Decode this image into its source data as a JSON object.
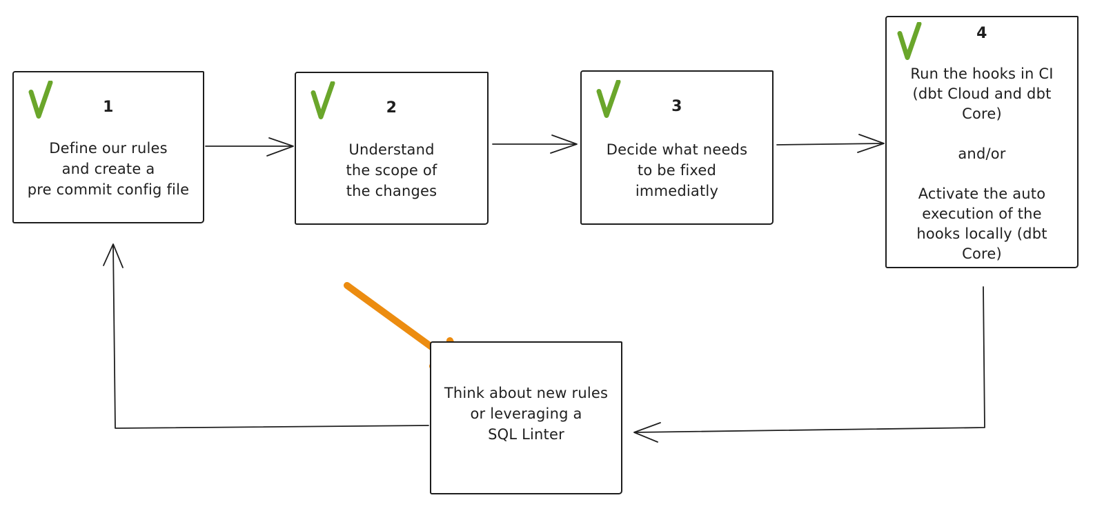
{
  "canvas": {
    "background": "#ffffff",
    "ink_color": "#1e1e1e",
    "check_color": "#6aa62b",
    "highlight_arrow_color": "#ec8c10"
  },
  "steps": [
    {
      "id": "step-1",
      "number": "1",
      "checked": true,
      "lines": [
        "Define our rules",
        "and create a",
        "pre commit config file"
      ]
    },
    {
      "id": "step-2",
      "number": "2",
      "checked": true,
      "lines": [
        "Understand",
        "the scope of",
        "the changes"
      ]
    },
    {
      "id": "step-3",
      "number": "3",
      "checked": true,
      "lines": [
        "Decide what needs",
        "to be fixed",
        "immediatly"
      ]
    },
    {
      "id": "step-4",
      "number": "4",
      "checked": true,
      "lines": [
        "Run the hooks in CI",
        "(dbt Cloud and dbt",
        "Core)",
        "",
        "and/or",
        "",
        "Activate the auto",
        "execution of the",
        "hooks locally (dbt",
        "Core)"
      ]
    },
    {
      "id": "review",
      "number": "",
      "checked": false,
      "lines": [
        "Think about new rules",
        "or leveraging a",
        "SQL Linter"
      ]
    }
  ],
  "flow": [
    {
      "from": "step-1",
      "to": "step-2"
    },
    {
      "from": "step-2",
      "to": "step-3"
    },
    {
      "from": "step-3",
      "to": "step-4"
    },
    {
      "from": "step-4",
      "to": "review"
    },
    {
      "from": "review",
      "to": "step-1"
    },
    {
      "from": "highlight-annotation",
      "to": "review"
    }
  ]
}
